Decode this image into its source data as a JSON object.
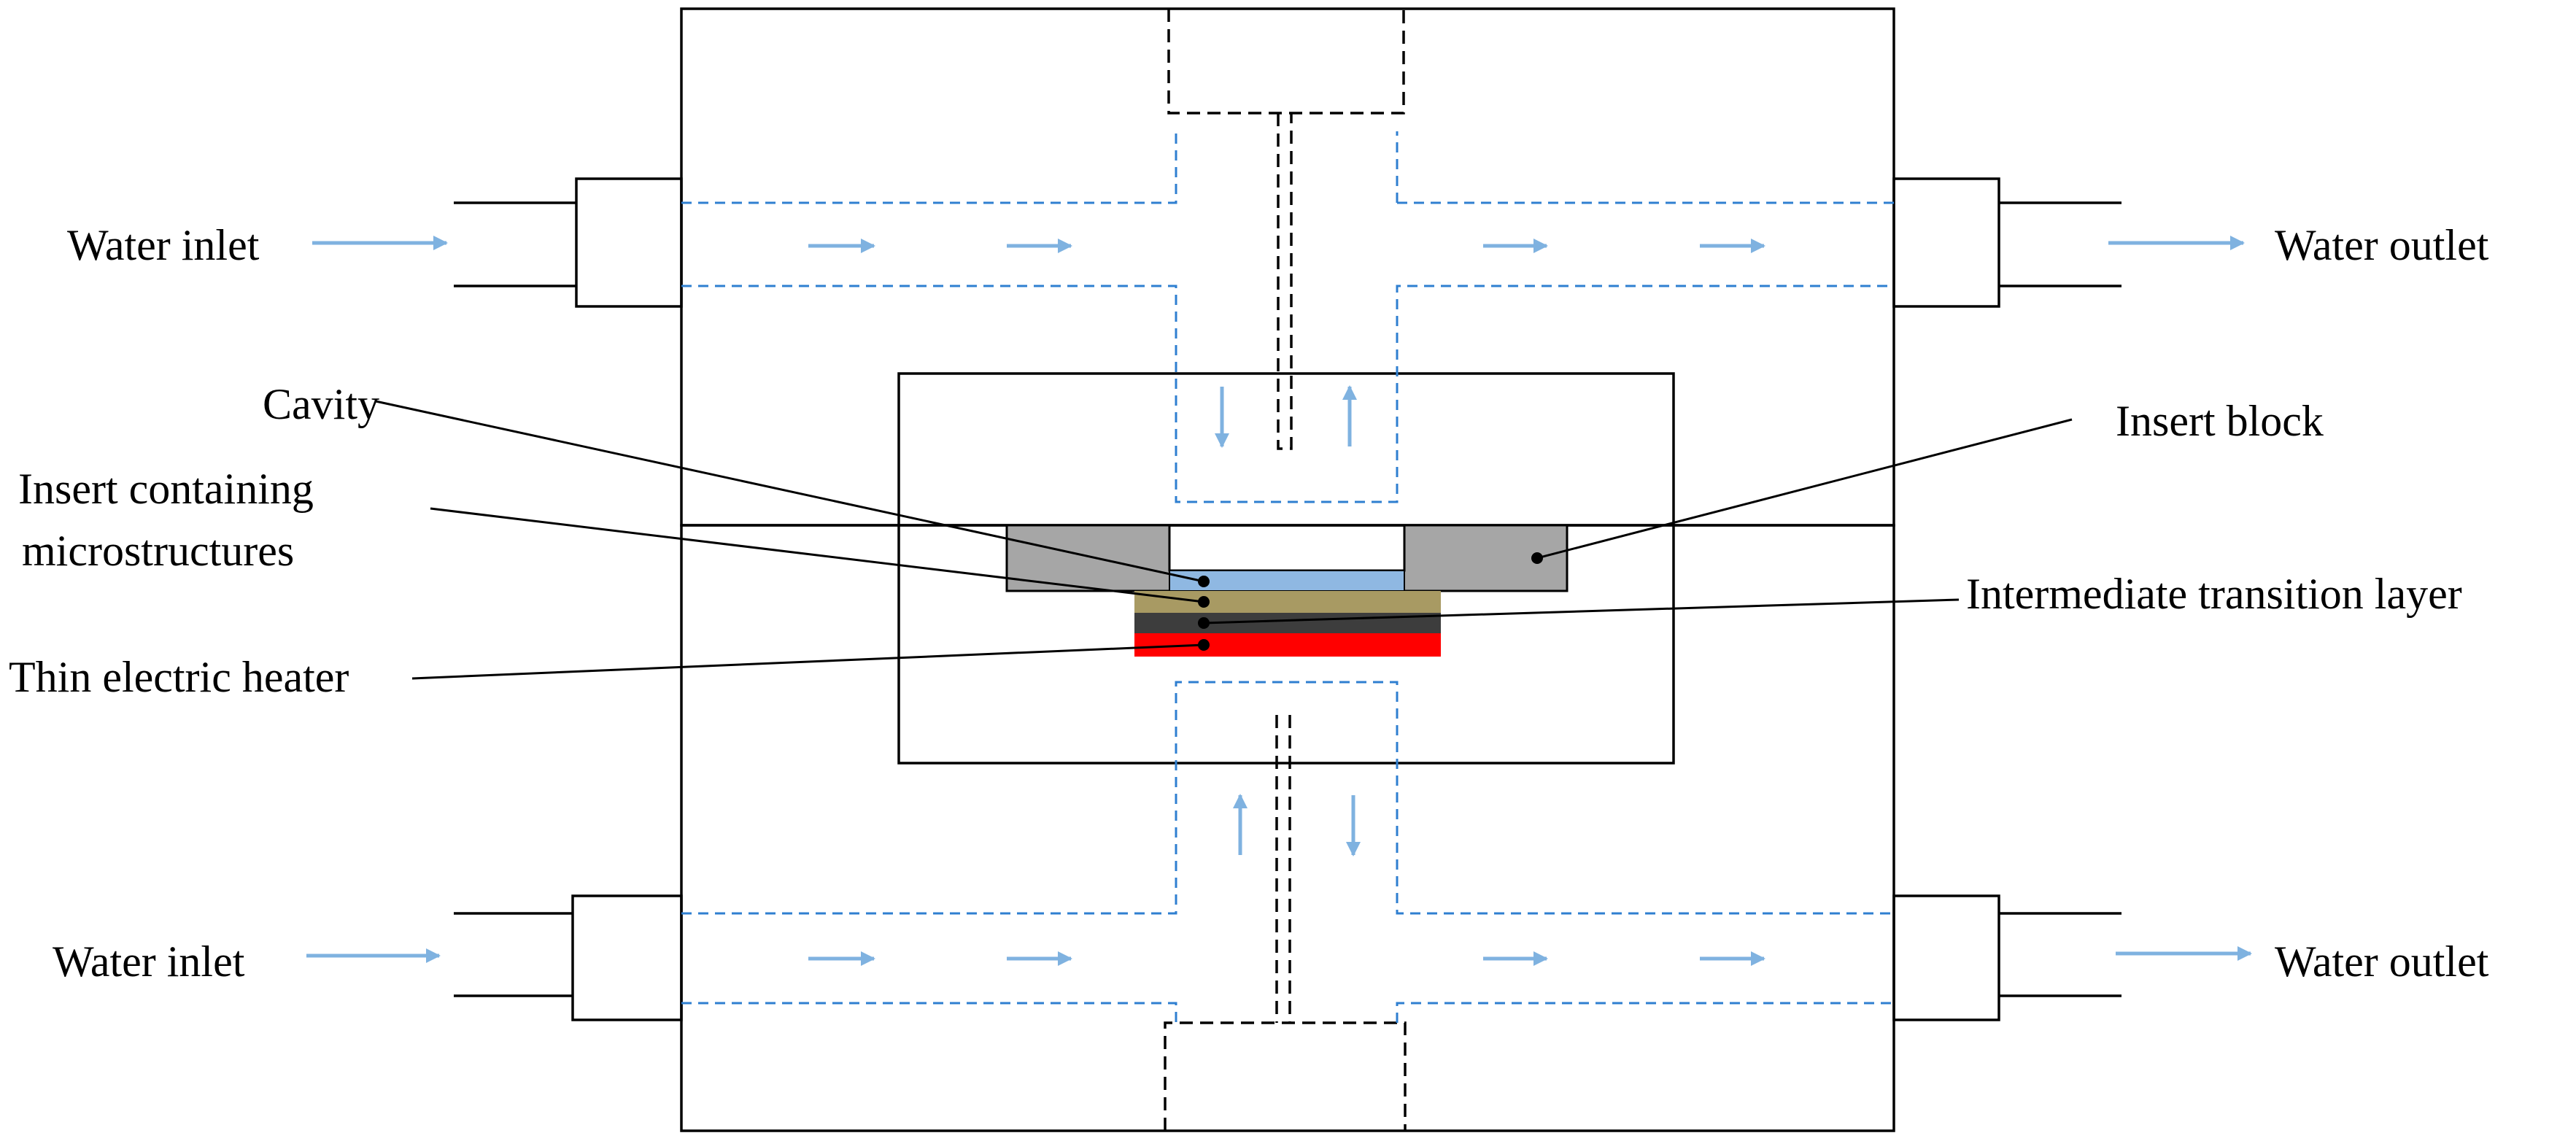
{
  "labels": {
    "water_inlet_top": "Water inlet",
    "water_outlet_top": "Water outlet",
    "water_inlet_bottom": "Water inlet",
    "water_outlet_bottom": "Water outlet",
    "cavity": "Cavity",
    "insert_line1": "Insert containing",
    "insert_line2": "microstructures",
    "thin_heater": "Thin electric heater",
    "insert_block": "Insert block",
    "transition_layer": "Intermediate transition layer"
  },
  "colors": {
    "cavity": "#8fb8e2",
    "insert_microstructures": "#a89a63",
    "transition_layer": "#3d3d3d",
    "heater": "#ff0000",
    "insert_block": "#a6a6a6",
    "cooling_channel": "#2f7fd0",
    "flow_arrow": "#7fb2e0"
  }
}
